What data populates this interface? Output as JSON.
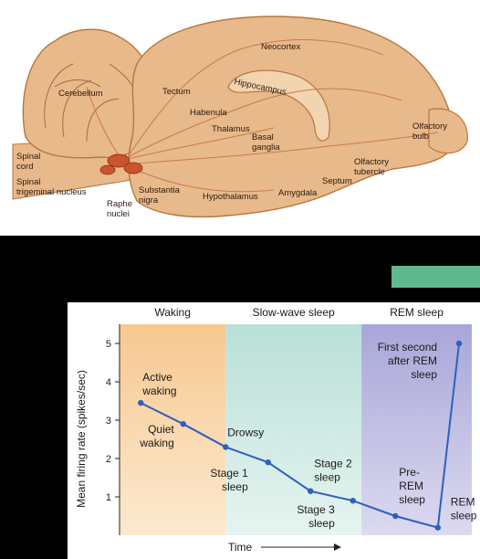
{
  "brain_labels": {
    "neocortex": "Neocortex",
    "cerebellum": "Cerebellum",
    "tectum": "Tectum",
    "hippocampus": "Hippocampus",
    "habenula": "Habenula",
    "thalamus": "Thalamus",
    "basal_ganglia": "Basal\nganglia",
    "olfactory_bulb": "Olfactory\nbulb",
    "olfactory_tubercle": "Olfactory\ntubercle",
    "spinal_cord": "Spinal\ncord",
    "spinal_trigeminal": "Spinal\ntrigeminal nucleus",
    "raphe": "Raphe\nnuclei",
    "substantia_nigra": "Substantia\nnigra",
    "hypothalamus": "Hypothalamus",
    "amygdala": "Amygdala",
    "septum": "Septum"
  },
  "colors": {
    "brain_fill": "#e8b98a",
    "brain_outline": "#b5773f",
    "raphe": "#c9542e",
    "projection": "#c77a4d",
    "waking_band": "#f6c890",
    "sws_band": "#b9e0d8",
    "rem_band": "#a8a6d8",
    "line": "#2f5fbf",
    "teal_bar": "#5fb98f"
  },
  "chart_data": {
    "type": "line",
    "ylabel": "Mean firing rate (spikes/sec)",
    "xlabel": "Time",
    "ylim": [
      0,
      5.5
    ],
    "yticks": [
      1,
      2,
      3,
      4,
      5
    ],
    "phases": [
      {
        "name": "Waking",
        "span": [
          0,
          2.5
        ]
      },
      {
        "name": "Slow-wave sleep",
        "span": [
          2.5,
          5.7
        ]
      },
      {
        "name": "REM sleep",
        "span": [
          5.7,
          8.3
        ]
      }
    ],
    "points": [
      {
        "x": 0.5,
        "y": 3.45,
        "label": "Active\nwaking"
      },
      {
        "x": 1.5,
        "y": 2.9,
        "label": "Quiet\nwaking"
      },
      {
        "x": 2.5,
        "y": 2.3,
        "label": "Drowsy"
      },
      {
        "x": 3.5,
        "y": 1.9,
        "label": "Stage 1\nsleep"
      },
      {
        "x": 4.5,
        "y": 1.15,
        "label": "Stage 2\nsleep"
      },
      {
        "x": 5.5,
        "y": 0.9,
        "label": "Stage 3\nsleep"
      },
      {
        "x": 6.5,
        "y": 0.5,
        "label": "Pre-\nREM\nsleep"
      },
      {
        "x": 7.5,
        "y": 0.2,
        "label": "REM\nsleep"
      },
      {
        "x": 8.0,
        "y": 5.0,
        "label": "First second\nafter REM\nsleep"
      }
    ]
  }
}
